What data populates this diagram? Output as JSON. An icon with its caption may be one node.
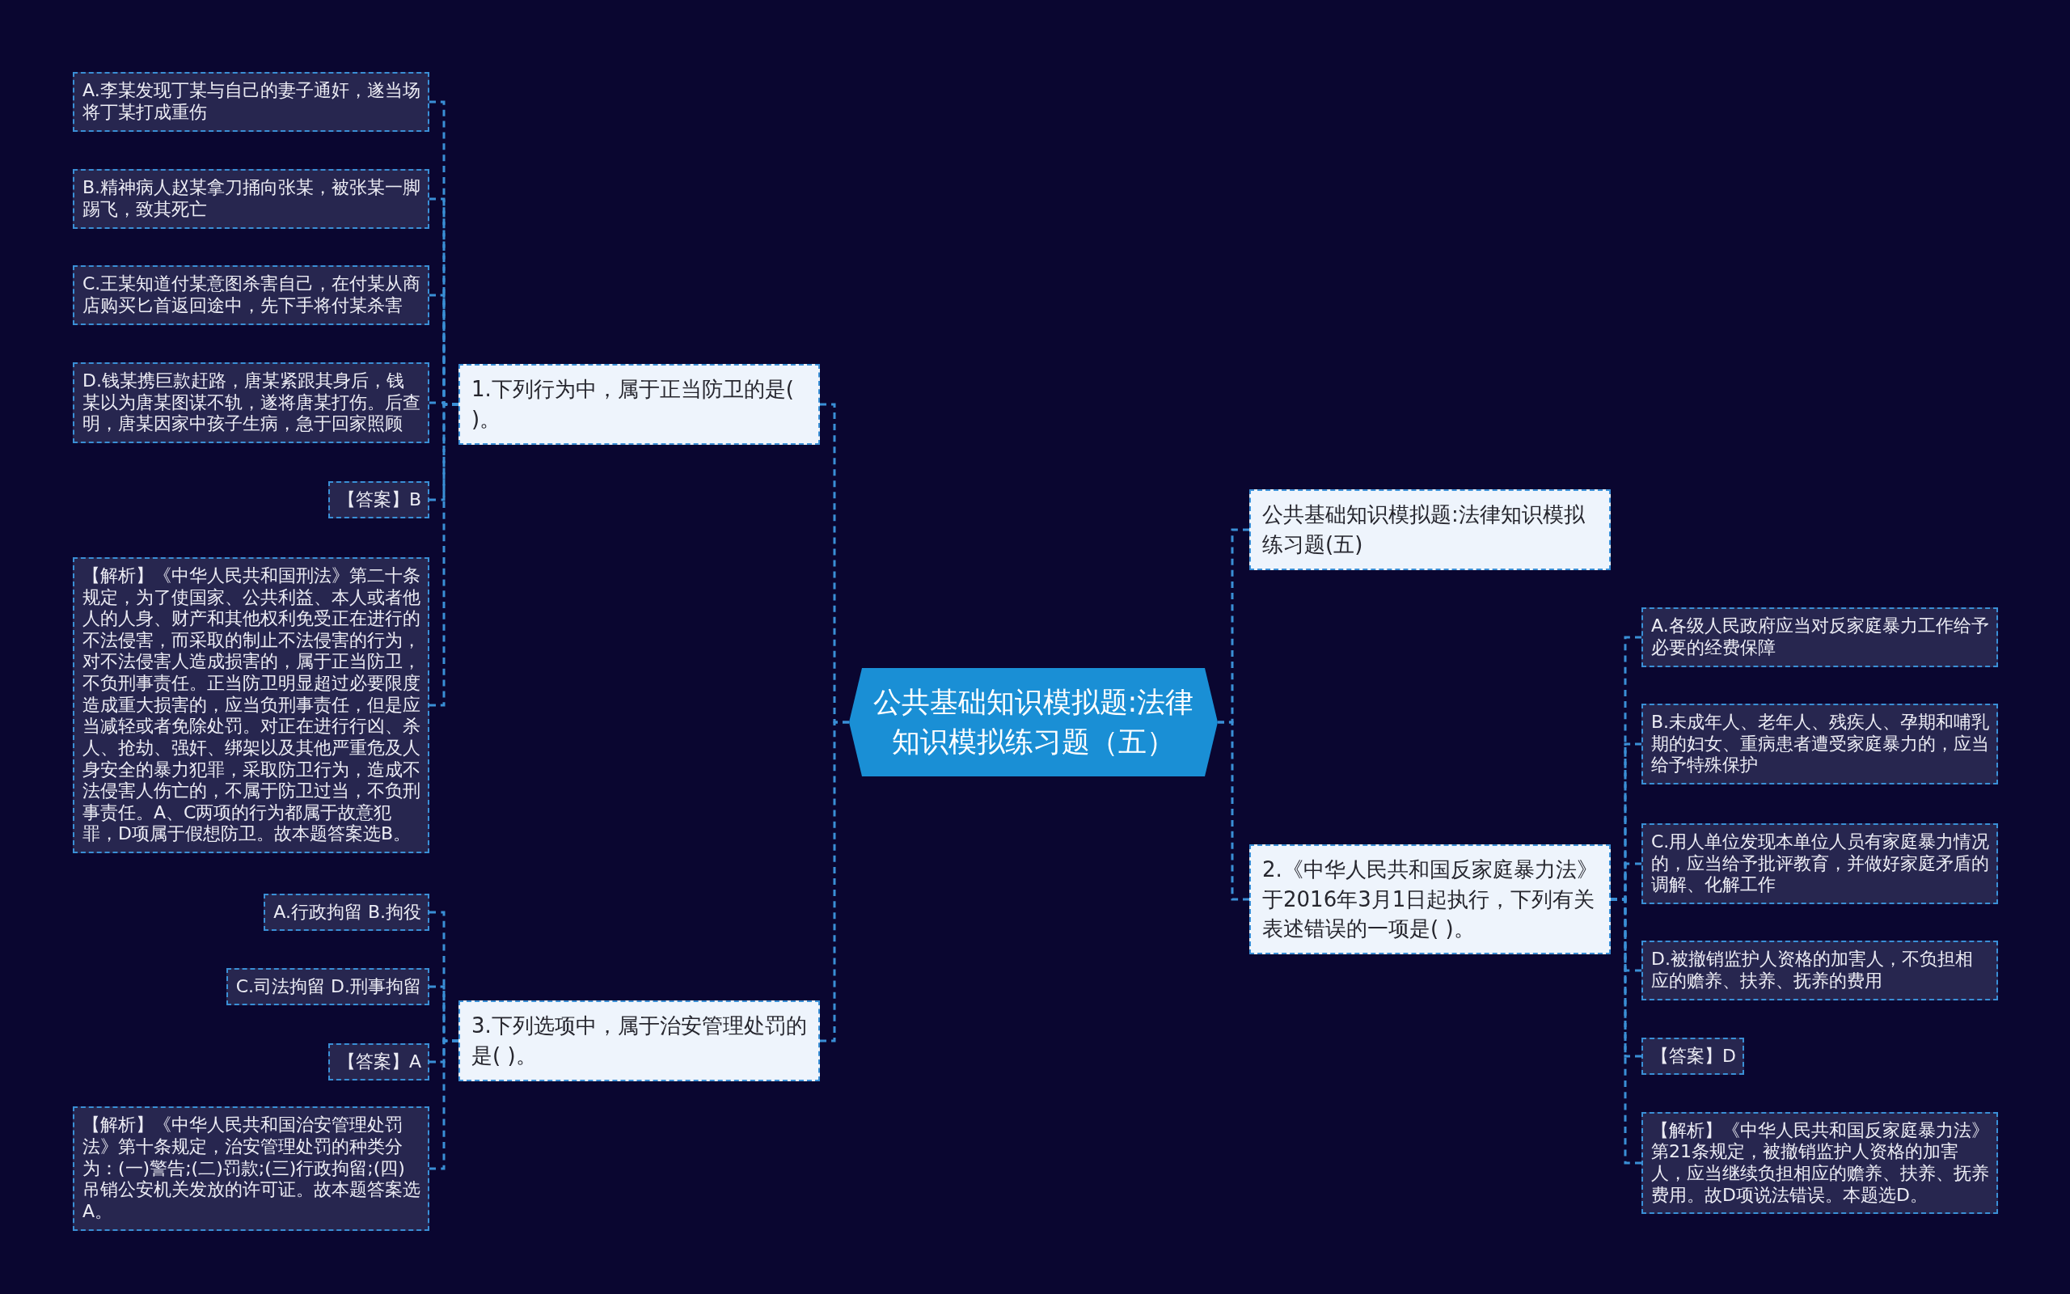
{
  "diagram": {
    "nodes": [
      {
        "text": [
          "公共基础知识模拟题:法律知识模拟练习题（五）"
        ]
      },
      {
        "text": [
          "公共基础知识模拟题:法律知识模拟练习题(五)"
        ]
      },
      {
        "text": [
          "1.下列行为中，属于正当防卫的是( )。"
        ]
      },
      {
        "text": [
          "A.李某发现丁某与自己的妻子通奸，遂当场将丁某打成重伤"
        ]
      },
      {
        "text": [
          "B.精神病人赵某拿刀捅向张某，被张某一脚踢飞，致其死亡"
        ]
      },
      {
        "text": [
          "C.王某知道付某意图杀害自己，在付某从商店购买匕首返回途中，先下手将付某杀害"
        ]
      },
      {
        "text": [
          "D.钱某携巨款赶路，唐某紧跟其身后，钱某以为唐某图谋不轨，遂将唐某打伤。后查明，唐某因家中孩子生病，急于回家照顾"
        ]
      },
      {
        "text": [
          "【答案】B"
        ]
      },
      {
        "text": [
          "【解析】《中华人民共和国刑法》第二十条规定，为了使国家、公共利益、本人或者他人的人身、财产和其他权利免受正在进行的不法侵害，而采取的制止不法侵害的行为，对不法侵害人造成损害的，属于正当防卫，不负刑事责任。正当防卫明显超过必要限度造成重大损害的，应当负刑事责任，但是应当减轻或者免除处罚。对正在进行行凶、杀人、抢劫、强奸、绑架以及其他严重危及人身安全的暴力犯罪，采取防卫行为，造成不法侵害人伤亡的，不属于防卫过当，不负刑事责任。A、C两项的行为都属于故意犯罪，D项属于假想防卫。故本题答案选B。"
        ]
      },
      {
        "text": [
          "2.《中华人民共和国反家庭暴力法》于2016年3月1日起执行，下列有关表述错误的一项是( )。"
        ]
      },
      {
        "text": [
          "A.各级人民政府应当对反家庭暴力工作给予必要的经费保障"
        ]
      },
      {
        "text": [
          "B.未成年人、老年人、残疾人、孕期和哺乳期的妇女、重病患者遭受家庭暴力的，应当给予特殊保护"
        ]
      },
      {
        "text": [
          "C.用人单位发现本单位人员有家庭暴力情况的，应当给予批评教育，并做好家庭矛盾的调解、化解工作"
        ]
      },
      {
        "text": [
          "D.被撤销监护人资格的加害人，不负担相应的赡养、扶养、抚养的费用"
        ]
      },
      {
        "text": [
          "【答案】D"
        ]
      },
      {
        "text": [
          "【解析】《中华人民共和国反家庭暴力法》第21条规定，被撤销监护人资格的加害人，应当继续负担相应的赡养、扶养、抚养费用。故D项说法错误。本题选D。"
        ]
      },
      {
        "text": [
          "3.下列选项中，属于治安管理处罚的是( )。"
        ]
      },
      {
        "text": [
          "A.行政拘留 B.拘役"
        ]
      },
      {
        "text": [
          "C.司法拘留 D.刑事拘留"
        ]
      },
      {
        "text": [
          "【答案】A"
        ]
      },
      {
        "text": [
          "【解析】《中华人民共和国治安管理处罚法》第十条规定，治安管理处罚的种类分为：(一)警告;(二)罚款;(三)行政拘留;(四)吊销公安机关发放的许可证。故本题答案选A。"
        ]
      }
    ],
    "edges": [
      {
        "from": 0,
        "to": 1,
        "arrow": "none",
        "style": "dashed"
      },
      {
        "from": 0,
        "to": 2,
        "arrow": "none",
        "style": "dashed"
      },
      {
        "from": 2,
        "to": 3,
        "arrow": "none",
        "style": "dashed"
      },
      {
        "from": 2,
        "to": 4,
        "arrow": "none",
        "style": "dashed"
      },
      {
        "from": 2,
        "to": 5,
        "arrow": "none",
        "style": "dashed"
      },
      {
        "from": 2,
        "to": 6,
        "arrow": "none",
        "style": "dashed"
      },
      {
        "from": 2,
        "to": 7,
        "arrow": "none",
        "style": "dashed"
      },
      {
        "from": 2,
        "to": 8,
        "arrow": "none",
        "style": "dashed"
      },
      {
        "from": 0,
        "to": 9,
        "arrow": "none",
        "style": "dashed"
      },
      {
        "from": 9,
        "to": 10,
        "arrow": "none",
        "style": "dashed"
      },
      {
        "from": 9,
        "to": 11,
        "arrow": "none",
        "style": "dashed"
      },
      {
        "from": 9,
        "to": 12,
        "arrow": "none",
        "style": "dashed"
      },
      {
        "from": 9,
        "to": 13,
        "arrow": "none",
        "style": "dashed"
      },
      {
        "from": 9,
        "to": 14,
        "arrow": "none",
        "style": "dashed"
      },
      {
        "from": 9,
        "to": 15,
        "arrow": "none",
        "style": "dashed"
      },
      {
        "from": 0,
        "to": 16,
        "arrow": "none",
        "style": "dashed"
      },
      {
        "from": 16,
        "to": 17,
        "arrow": "none",
        "style": "dashed"
      },
      {
        "from": 16,
        "to": 18,
        "arrow": "none",
        "style": "dashed"
      },
      {
        "from": 16,
        "to": 19,
        "arrow": "none",
        "style": "dashed"
      },
      {
        "from": 16,
        "to": 20,
        "arrow": "none",
        "style": "dashed"
      }
    ]
  }
}
